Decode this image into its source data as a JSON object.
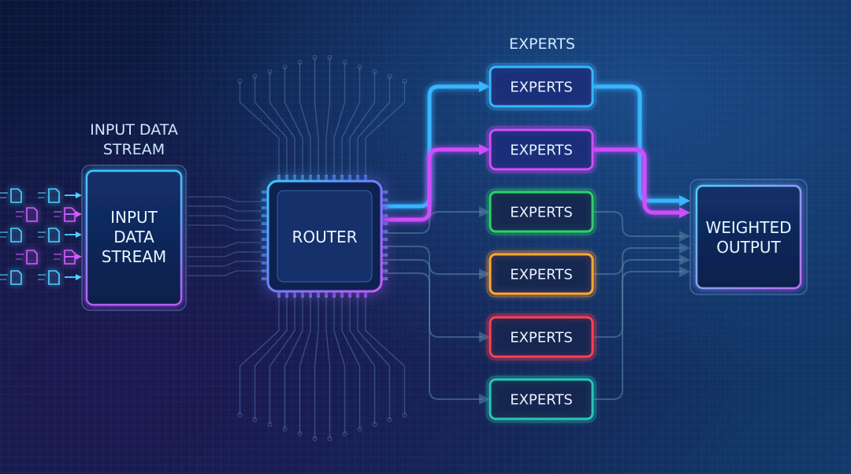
{
  "input": {
    "title_lines": [
      "INPUT DATA",
      "STREAM"
    ],
    "box_lines": [
      "INPUT",
      "DATA",
      "STREAM"
    ]
  },
  "router": {
    "label": "ROUTER"
  },
  "experts_header": "EXPERTS",
  "experts": [
    {
      "label": "EXPERTS",
      "color": "#39b6ff",
      "active": true
    },
    {
      "label": "EXPERTS",
      "color": "#d04dff",
      "active": true
    },
    {
      "label": "EXPERTS",
      "color": "#2fd06a",
      "active": false
    },
    {
      "label": "EXPERTS",
      "color": "#ffa631",
      "active": false
    },
    {
      "label": "EXPERTS",
      "color": "#ff3f52",
      "active": false
    },
    {
      "label": "EXPERTS",
      "color": "#27c7b8",
      "active": false
    }
  ],
  "output": {
    "lines": [
      "WEIGHTED",
      "OUTPUT"
    ]
  },
  "colors": {
    "cyan": "#3ec9ff",
    "magenta": "#e04cff",
    "violet": "#7b5cff"
  }
}
